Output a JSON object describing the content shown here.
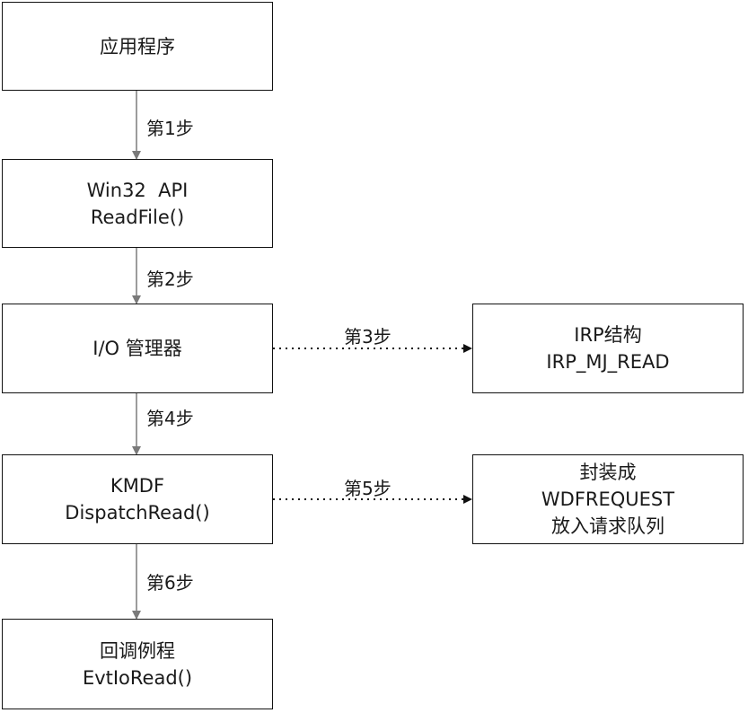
{
  "boxes": {
    "app": {
      "lines": [
        "应用程序"
      ]
    },
    "win32": {
      "lines": [
        "Win32  API",
        "ReadFile()"
      ]
    },
    "io": {
      "lines": [
        "I/O 管理器"
      ]
    },
    "kmdf": {
      "lines": [
        "KMDF",
        "DispatchRead()"
      ]
    },
    "callback": {
      "lines": [
        "回调例程",
        "EvtIoRead()"
      ]
    },
    "irp": {
      "lines": [
        "IRP结构",
        "IRP_MJ_READ"
      ]
    },
    "wdf": {
      "lines": [
        "封装成",
        "WDFREQUEST",
        "放入请求队列"
      ]
    }
  },
  "steps": {
    "s1": "第1步",
    "s2": "第2步",
    "s3": "第3步",
    "s4": "第4步",
    "s5": "第5步",
    "s6": "第6步"
  },
  "colors": {
    "solid_arrow": "#7a7a7a",
    "dotted_arrow": "#111111",
    "border": "#111111"
  }
}
